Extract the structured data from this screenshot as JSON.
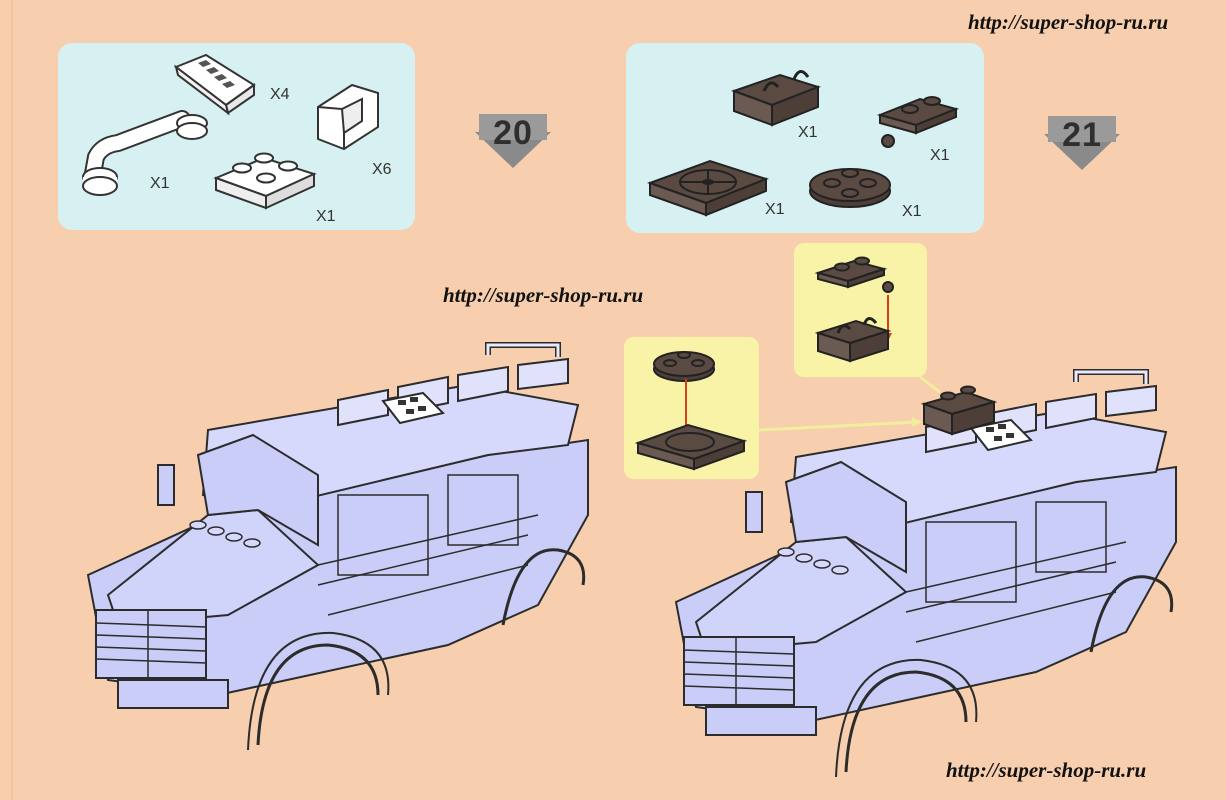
{
  "watermarks": {
    "top_right": "http://super-shop-ru.ru",
    "middle": "http://super-shop-ru.ru",
    "bottom_right": "http://super-shop-ru.ru"
  },
  "step20": {
    "number": "20",
    "parts": [
      {
        "icon": "slope-grille-brick-icon",
        "count": "X4"
      },
      {
        "icon": "bar-handle-icon",
        "count": "X1"
      },
      {
        "icon": "windscreen-slope-icon",
        "count": "X6"
      },
      {
        "icon": "plate-2x2-icon",
        "count": "X1"
      }
    ]
  },
  "step21": {
    "number": "21",
    "parts": [
      {
        "icon": "hinge-brick-icon",
        "count": "X1"
      },
      {
        "icon": "plate-1x2-clip-icon",
        "count": "X1"
      },
      {
        "icon": "turntable-base-icon",
        "count": "X1"
      },
      {
        "icon": "round-plate-icon",
        "count": "X1"
      }
    ]
  },
  "colors": {
    "page": "#f7cfae",
    "parts_panel": "#d7f0f1",
    "callout": "#f8f3a7",
    "model_fill": "#c9cdf7",
    "dark_part": "#5a4a42",
    "arrow": "#d2401e"
  }
}
